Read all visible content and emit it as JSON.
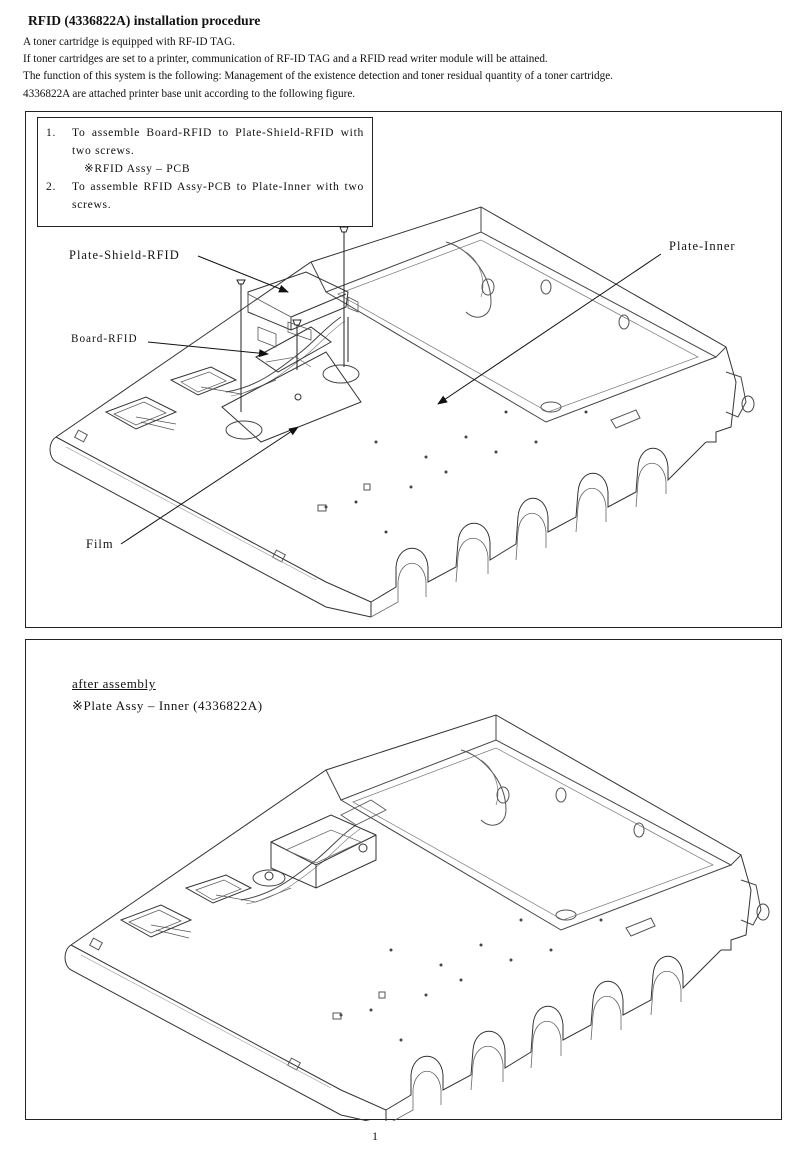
{
  "title": "RFID (4336822A) installation procedure",
  "intro": [
    "A toner cartridge is equipped with RF-ID TAG.",
    "If toner cartridges are set to a printer, communication of RF-ID TAG and a RFID read writer module will be attained.",
    "The function of this system is the following: Management of the existence detection and toner residual quantity of a toner cartridge.",
    "4336822A are attached printer base unit according to the following figure."
  ],
  "steps": {
    "step1_num": "1.",
    "step1_text": "To assemble Board-RFID to Plate-Shield-RFID with two screws.",
    "step1_note": "※RFID Assy – PCB",
    "step2_num": "2.",
    "step2_text": "To assemble RFID Assy-PCB to Plate-Inner with two screws."
  },
  "callouts": {
    "plate_shield": "Plate-Shield-RFID",
    "board_rfid": "Board-RFID",
    "plate_inner": "Plate-Inner",
    "film": "Film"
  },
  "after": {
    "heading": "after assembly",
    "subheading": "※Plate Assy – Inner (4336822A)"
  },
  "page_number": "1"
}
